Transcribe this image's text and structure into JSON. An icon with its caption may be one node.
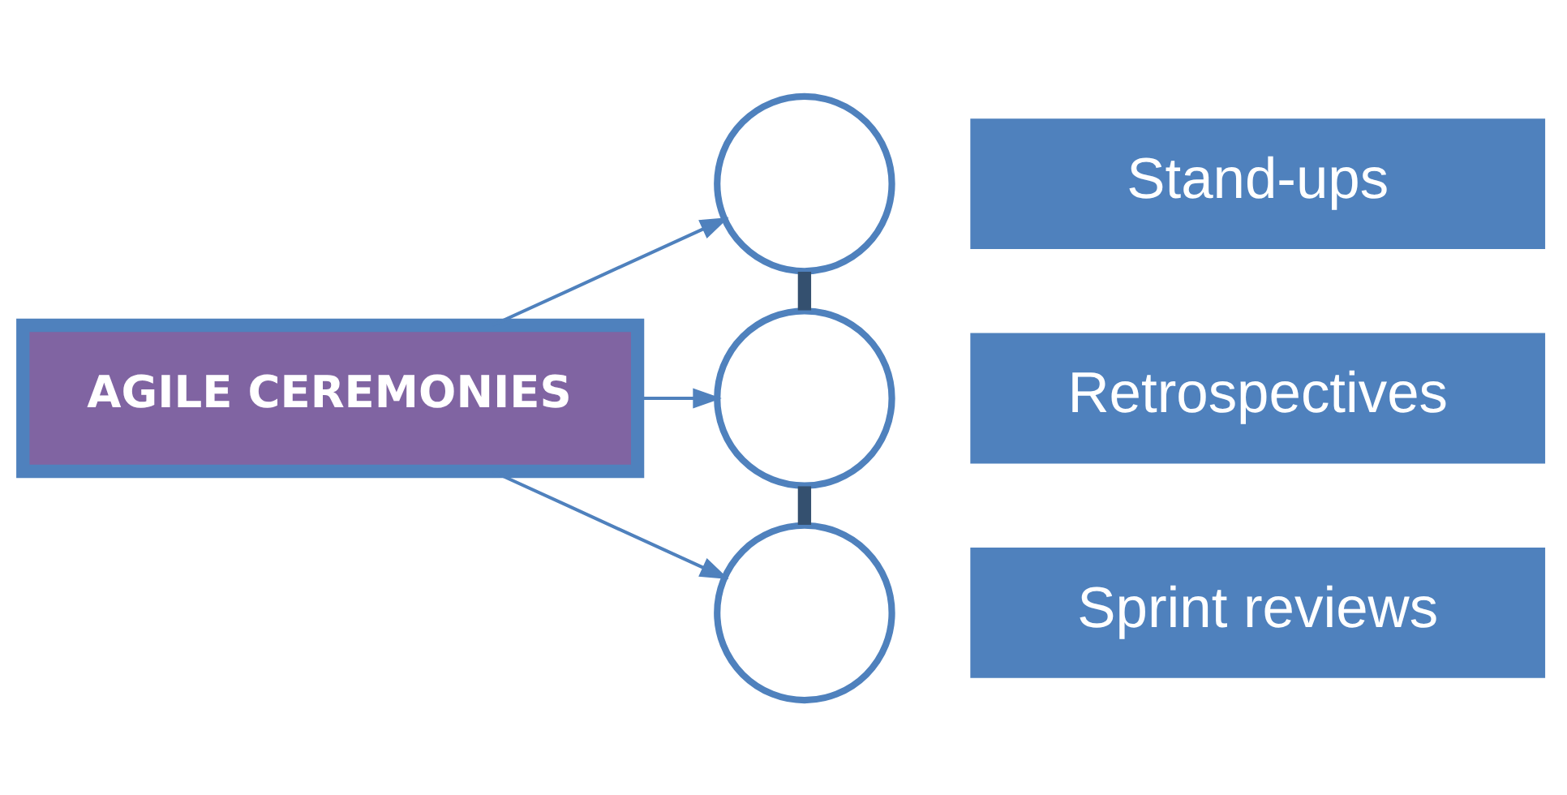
{
  "diagram": {
    "nodes": [
      {
        "text": [
          "AGILE CEREMONIES"
        ]
      },
      {
        "text": [],
        "shape": "circle"
      },
      {
        "text": [],
        "shape": "circle"
      },
      {
        "text": [],
        "shape": "circle"
      },
      {
        "text": [
          "Stand-ups"
        ]
      },
      {
        "text": [
          "Retrospectives"
        ]
      },
      {
        "text": [
          "Sprint reviews"
        ]
      }
    ],
    "edges": [
      {
        "from": 0,
        "to": 1,
        "arrow": "to"
      },
      {
        "from": 0,
        "to": 2,
        "arrow": "to"
      },
      {
        "from": 0,
        "to": 3,
        "arrow": "to"
      },
      {
        "from": 1,
        "to": 2,
        "arrow": "none",
        "style": "thick",
        "color": "#34506f"
      },
      {
        "from": 2,
        "to": 3,
        "arrow": "none",
        "style": "thick",
        "color": "#34506f"
      }
    ]
  }
}
